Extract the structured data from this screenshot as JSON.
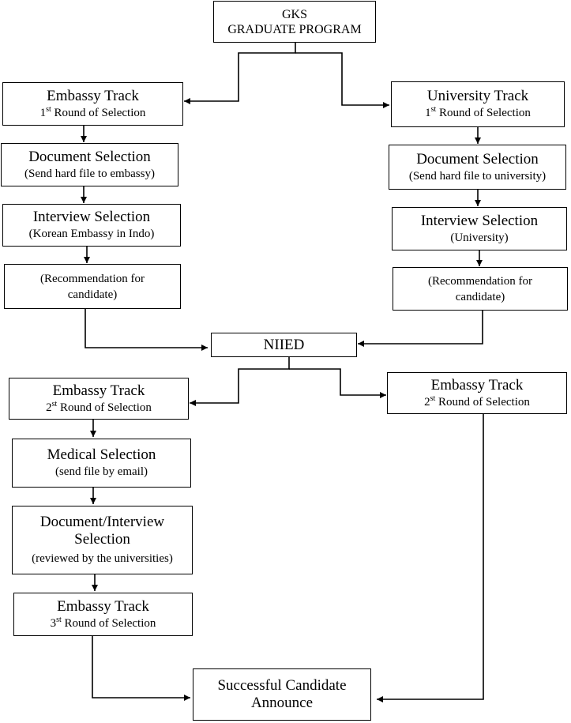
{
  "nodes": {
    "gks": {
      "line1": "GKS",
      "line2": "GRADUATE PROGRAM"
    },
    "embassy1": {
      "title": "Embassy Track",
      "round_num": "1",
      "round_sup": "st",
      "round_rest": " Round of Selection"
    },
    "univ1": {
      "title": "University Track",
      "round_num": "1",
      "round_sup": "st",
      "round_rest": " Round of Selection"
    },
    "doc_emb": {
      "title": "Document Selection",
      "sub": "(Send hard file to embassy)"
    },
    "doc_univ": {
      "title": "Document Selection",
      "sub": "(Send hard file to university)"
    },
    "int_emb": {
      "title": "Interview Selection",
      "sub": "(Korean Embassy in Indo)"
    },
    "int_univ": {
      "title": "Interview Selection",
      "sub": "(University)"
    },
    "rec_emb": {
      "line1": "(Recommendation for",
      "line2": "candidate)"
    },
    "rec_univ": {
      "line1": "(Recommendation for",
      "line2": "candidate)"
    },
    "niied": {
      "title": "NIIED"
    },
    "embassy2_left": {
      "title": "Embassy Track",
      "round_num": "2",
      "round_sup": "st",
      "round_rest": " Round of Selection"
    },
    "embassy2_right": {
      "title": "Embassy Track",
      "round_num": "2",
      "round_sup": "st",
      "round_rest": " Round of Selection"
    },
    "medical": {
      "title": "Medical Selection",
      "sub": "(send file by email)"
    },
    "doc_int": {
      "line1": "Document/Interview",
      "line2": "Selection",
      "sub": "(reviewed by the universities)"
    },
    "embassy3": {
      "title": "Embassy Track",
      "round_num": "3",
      "round_sup": "st",
      "round_rest": " Round of Selection"
    },
    "success": {
      "line1": "Successful Candidate",
      "line2": "Announce"
    }
  }
}
